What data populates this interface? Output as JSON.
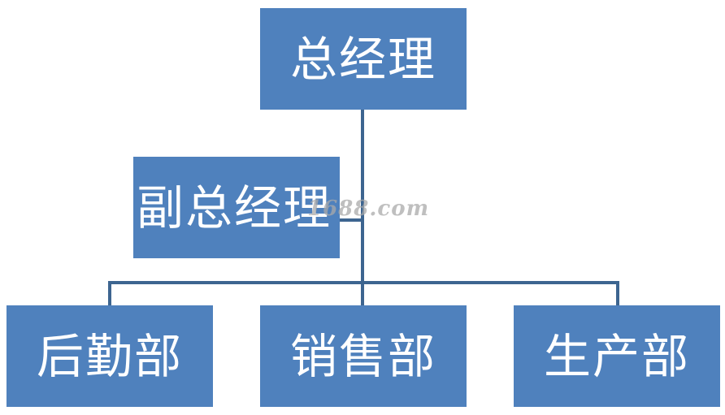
{
  "diagram": {
    "top_node": {
      "label": "总经理"
    },
    "assistant_node": {
      "label": "副总经理"
    },
    "departments": [
      {
        "label": "后勤部"
      },
      {
        "label": "销售部"
      },
      {
        "label": "生产部"
      }
    ]
  },
  "watermark": {
    "text": "1688.com"
  },
  "colors": {
    "box_fill": "#4f81bd",
    "connector": "#3d6590",
    "text": "#ffffff"
  }
}
